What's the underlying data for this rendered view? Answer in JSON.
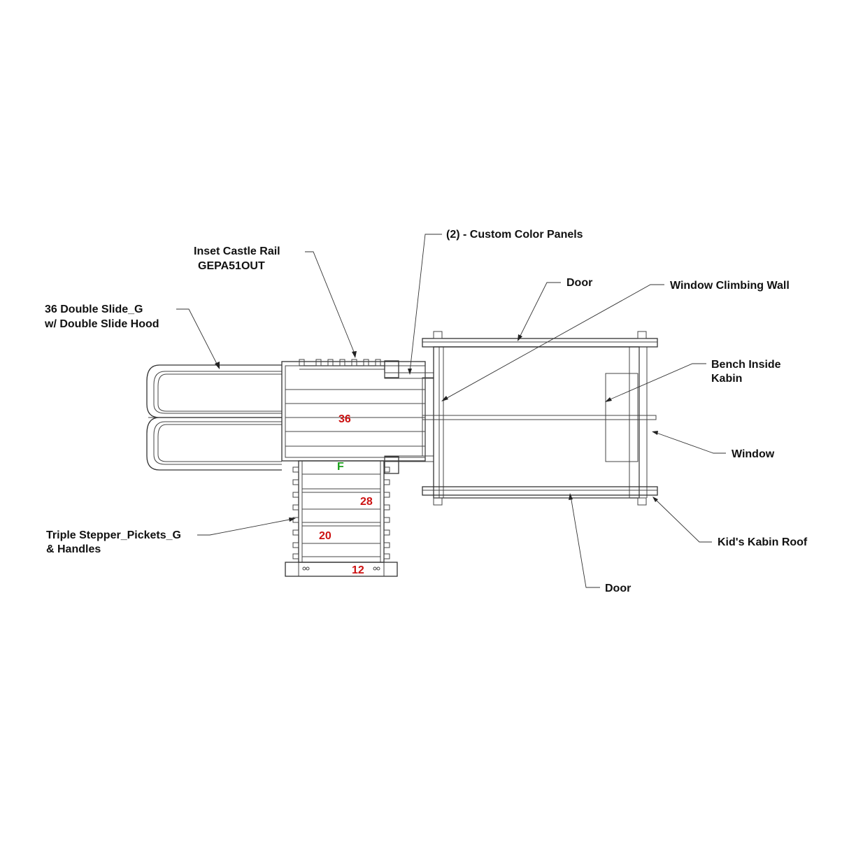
{
  "labels": {
    "castle_rail": [
      "Inset Castle Rail",
      "GEPA51OUT"
    ],
    "slide": [
      "36 Double Slide_G",
      "w/ Double Slide Hood"
    ],
    "stepper": [
      "Triple Stepper_Pickets_G",
      "& Handles"
    ],
    "panels": "(2) - Custom Color Panels",
    "door_top": "Door",
    "climbing_wall": "Window Climbing Wall",
    "bench": [
      "Bench Inside",
      "Kabin"
    ],
    "window": "Window",
    "roof": "Kid's Kabin Roof",
    "door_bottom": "Door"
  },
  "heights": {
    "deck": "36",
    "floor": "F",
    "step_28": "28",
    "step_20": "20",
    "step_12": "12"
  },
  "colors": {
    "height_marker": "#cc1111",
    "floor_marker": "#1aa01a",
    "text": "#111111"
  }
}
